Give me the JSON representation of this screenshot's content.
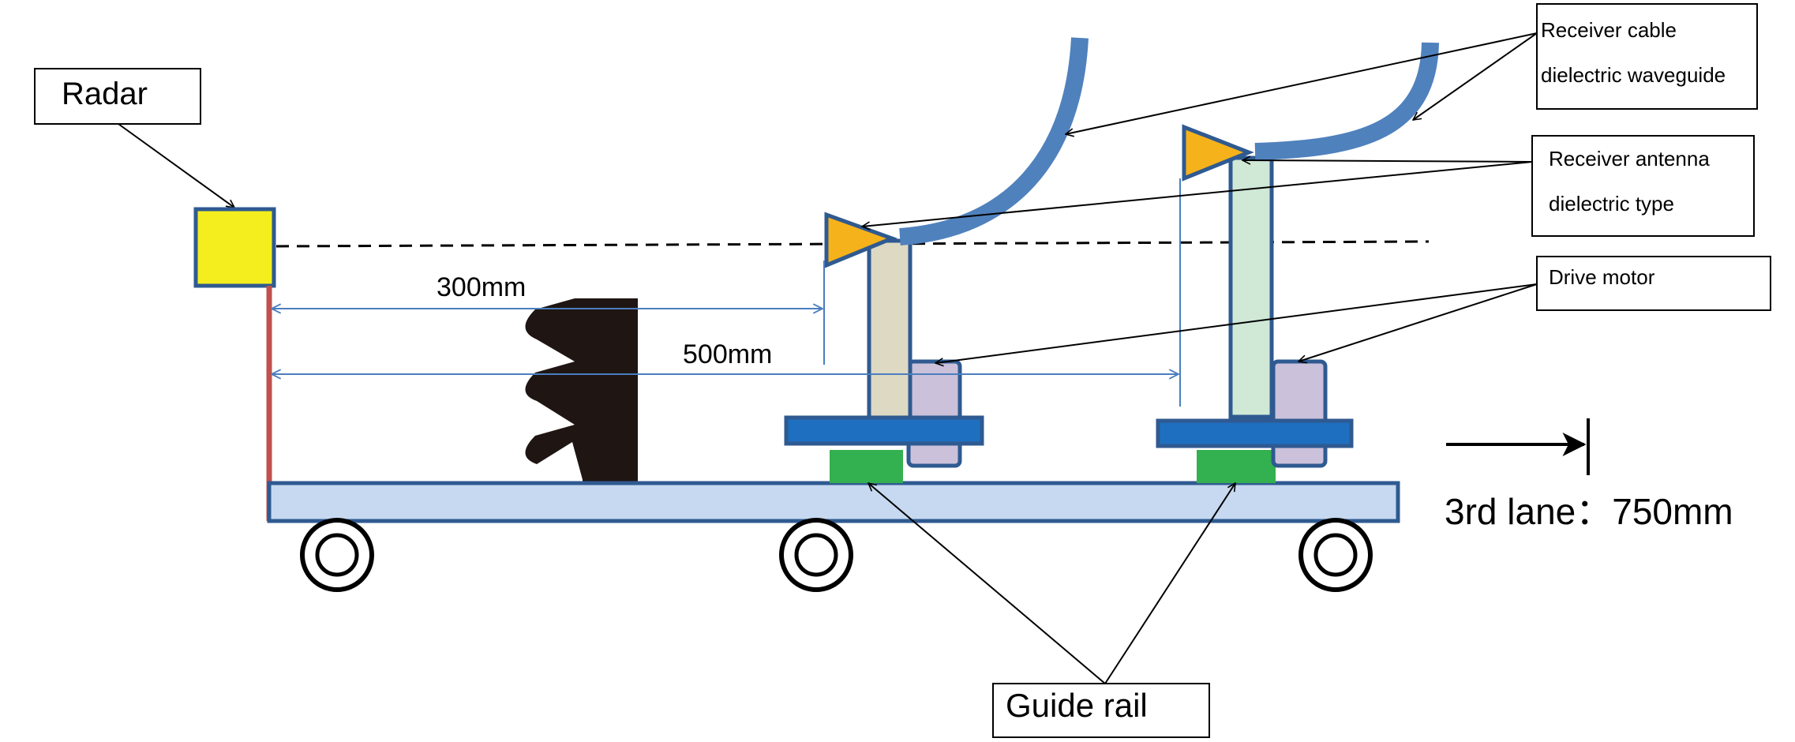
{
  "labels": {
    "radar": "Radar",
    "cable_line1": "Receiver cable",
    "cable_line2": "dielectric waveguide",
    "antenna_line1": "Receiver antenna",
    "antenna_line2": "dielectric type",
    "drive_motor": "Drive motor",
    "guide_rail": "Guide rail",
    "dim_300": "300mm",
    "dim_500": "500mm",
    "lane_label": "3rd lane",
    "lane_sep": "：",
    "lane_value": "750mm"
  },
  "colors": {
    "radar_box": "#f4ee1e",
    "box_stroke": "#2f5a91",
    "mast_red": "#c0504d",
    "platform": "#c6d9f0",
    "stand_left": "#ddd9c3",
    "stand_right": "#d0e8d6",
    "motor": "#ccc1da",
    "blue_plate": "#1e6fc0",
    "guide_block": "#33b04f",
    "antenna": "#f5b21b",
    "waveguide": "#4f81bd",
    "dim_line": "#4a7ebf",
    "absorber": "#1f1513"
  }
}
